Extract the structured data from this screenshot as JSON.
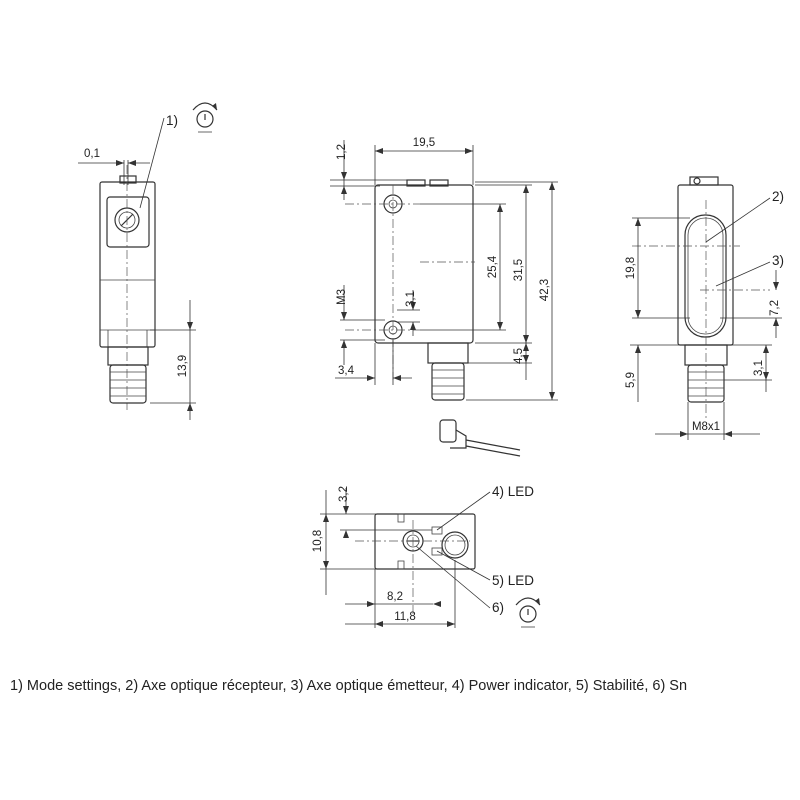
{
  "callouts": {
    "c1": "1)",
    "c2": "2)",
    "c3": "3)",
    "c4": "4) LED",
    "c5": "5) LED",
    "c6": "6)"
  },
  "dimensions": {
    "d0_1": "0,1",
    "d13_9": "13,9",
    "d1_2": "1,2",
    "d19_5": "19,5",
    "dM3": "M3",
    "d3_1a": "3,1",
    "d25_4": "25,4",
    "d31_5": "31,5",
    "d42_3": "42,3",
    "d3_4": "3,4",
    "d4_5": "4,5",
    "d19_8": "19,8",
    "d7_2": "7,2",
    "d5_9": "5,9",
    "d3_1b": "3,1",
    "dM8x1": "M8x1",
    "d3_2": "3,2",
    "d10_8": "10,8",
    "d8_2": "8,2",
    "d11_8": "11,8"
  },
  "caption": "1) Mode settings, 2) Axe optique récepteur, 3) Axe optique émetteur, 4) Power indicator, 5) Stabilité, 6) Sn",
  "icons": [
    "rotary-adjust-icon",
    "rotary-adjust-icon"
  ]
}
